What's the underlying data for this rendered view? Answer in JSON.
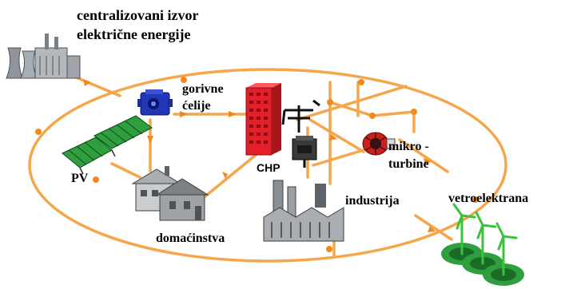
{
  "labels": {
    "central_line1": "centralizovani izvor",
    "central_line2": "električne energije",
    "fuel_cells_line1": "gorivne",
    "fuel_cells_line2": "ćelije",
    "chp": "CHP",
    "microturbines_line1": "mikro -",
    "microturbines_line2": "turbine",
    "pv": "PV",
    "industry": "industrija",
    "households": "domaćinstva",
    "wind_farm": "vetroelektrana"
  },
  "colors": {
    "network_line": "#f5a64a",
    "network_node": "#f08a1c",
    "power_plant": "#9aa0a6",
    "fuel_cell": "#2236b8",
    "chp_building": "#e3202a",
    "microturbine": "#cc1f1f",
    "pv_panel": "#2f9e3f",
    "wind_farm": "#39c23a",
    "building_gray": "#8a8f94"
  },
  "icons": {
    "central_plant": "power-plant-icon",
    "fuel_cell": "fuel-cell-icon",
    "chp": "chp-building-icon",
    "pylon": "transmission-pylon-icon",
    "transformer": "transformer-icon",
    "microturbine": "microturbine-icon",
    "pv": "solar-panel-icon",
    "house": "house-icon",
    "industry": "factory-icon",
    "wind": "wind-turbine-icon"
  }
}
